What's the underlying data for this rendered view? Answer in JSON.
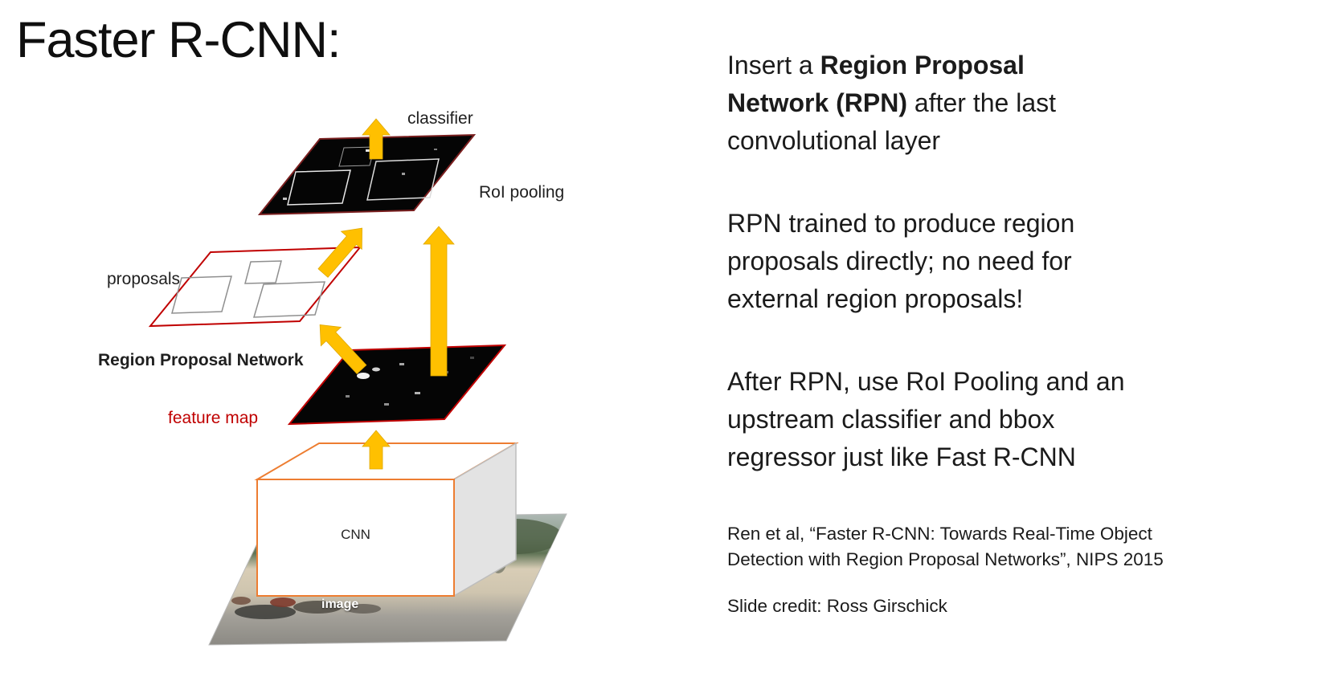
{
  "slide": {
    "title": "Faster R-CNN:",
    "diagram": {
      "labels": {
        "classifier": "classifier",
        "roi_pooling": "RoI pooling",
        "proposals": "proposals",
        "rpn": "Region Proposal Network",
        "feature_map": "feature map",
        "cnn": "CNN",
        "image": "image"
      },
      "colors": {
        "arrow_yellow": "#FFC000",
        "red_border": "#C00000",
        "maroon_border": "#7A1F1F",
        "orange_border": "#ED7D31",
        "feature_map_label": "#C00000"
      }
    },
    "body": {
      "p1": {
        "run1": "Insert a ",
        "run2_bold": "Region Proposal",
        "run3_bold": "Network (RPN)",
        "run4": " after the last",
        "run5": "convolutional layer"
      },
      "p2_lines": [
        "RPN trained to produce region",
        "proposals directly; no need for",
        "external region proposals!"
      ],
      "p3_lines": [
        "After RPN, use RoI Pooling and an",
        "upstream classifier and bbox",
        "regressor just like Fast R-CNN"
      ]
    },
    "footer": {
      "citation_lines": [
        "Ren et al, “Faster R-CNN: Towards Real-Time Object",
        "Detection with Region Proposal Networks”, NIPS 2015"
      ],
      "credit": "Slide credit: Ross Girschick"
    }
  }
}
